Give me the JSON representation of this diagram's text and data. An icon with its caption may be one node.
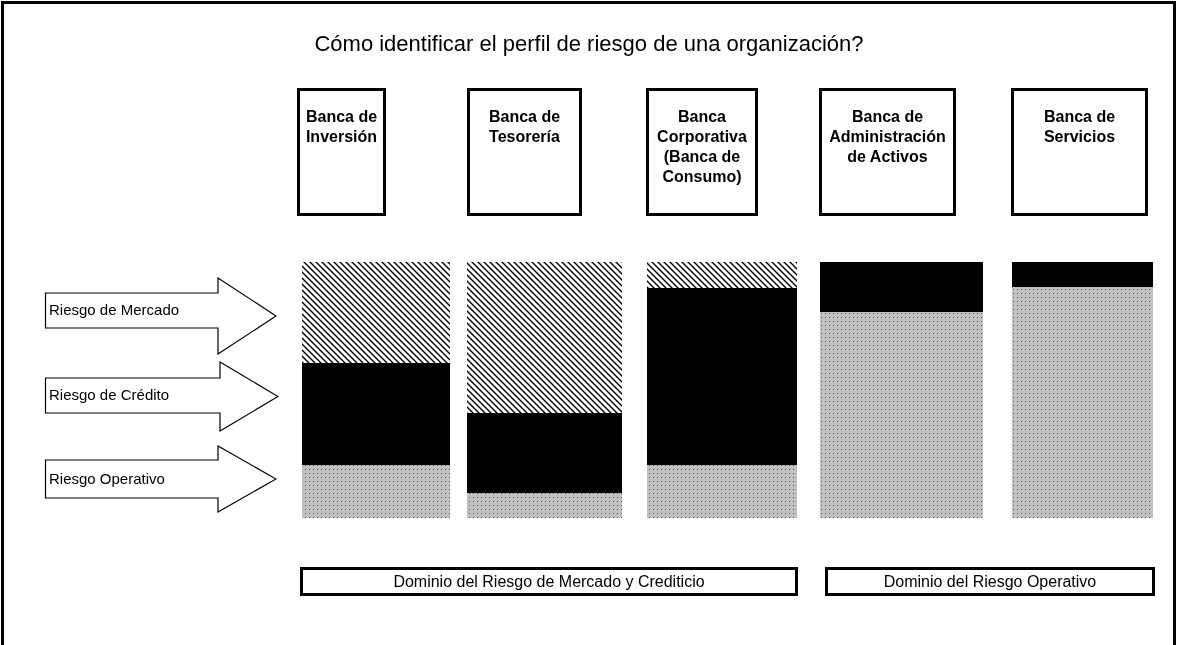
{
  "diagram": {
    "title": "Cómo identificar el perfil de riesgo de una organización?",
    "nodes": [
      {
        "text": [
          "Banca de Inversión"
        ]
      },
      {
        "text": [
          "Banca de Tesorería"
        ]
      },
      {
        "text": [
          "Banca Corporativa (Banca de Consumo)"
        ]
      },
      {
        "text": [
          "Banca de Administración de Activos"
        ]
      },
      {
        "text": [
          "Banca de Servicios"
        ]
      },
      {
        "text": [
          "Riesgo de Mercado"
        ]
      },
      {
        "text": [
          "Riesgo de Crédito"
        ]
      },
      {
        "text": [
          "Riesgo Operativo"
        ]
      },
      {
        "text": [
          "Dominio del Riesgo de Mercado y Crediticio"
        ]
      },
      {
        "text": [
          "Dominio del Riesgo Operativo"
        ]
      }
    ]
  }
}
